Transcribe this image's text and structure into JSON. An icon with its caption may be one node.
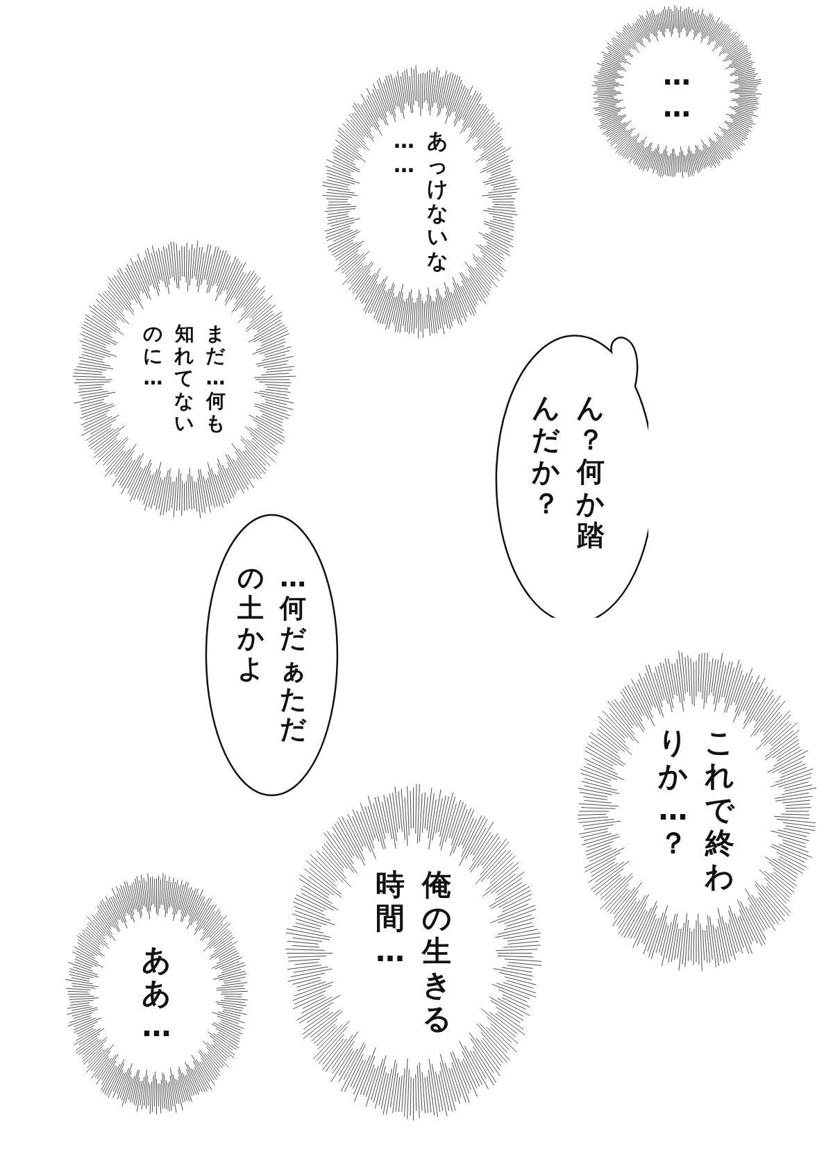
{
  "diagram": {
    "nodes": [
      {
        "text": [
          "……"
        ]
      },
      {
        "text": [
          "あっけないな……"
        ]
      },
      {
        "text": [
          "ん？何か踏んだか？"
        ]
      },
      {
        "text": [
          "まだ…何も知れてないのに…"
        ]
      },
      {
        "text": [
          "…何だぁただの土かよ"
        ]
      },
      {
        "text": [
          "これで終わりか…？"
        ]
      },
      {
        "text": [
          "俺の生きる時間…"
        ]
      },
      {
        "text": [
          "ああ…"
        ]
      }
    ]
  }
}
